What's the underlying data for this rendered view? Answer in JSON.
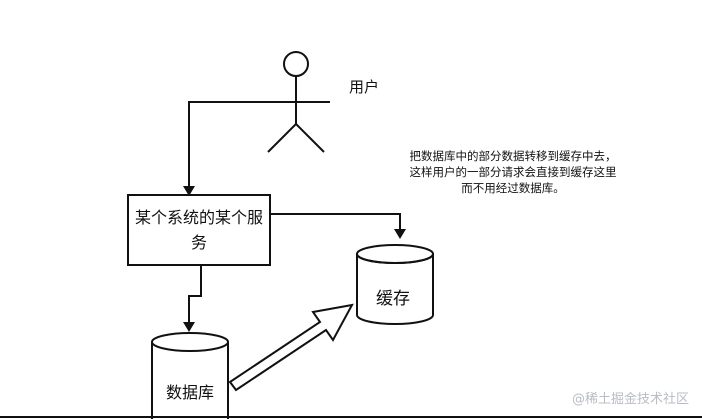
{
  "user": {
    "label": "用户"
  },
  "service": {
    "label": "某个系统的某个服务"
  },
  "cache": {
    "label": "缓存"
  },
  "database": {
    "label": "数据库"
  },
  "note": {
    "text": "把数据库中的部分数据转移到缓存中去，这样用户的一部分请求会直接到缓存这里而不用经过数据库。"
  },
  "watermark": {
    "text": "@稀土掘金技术社区"
  }
}
